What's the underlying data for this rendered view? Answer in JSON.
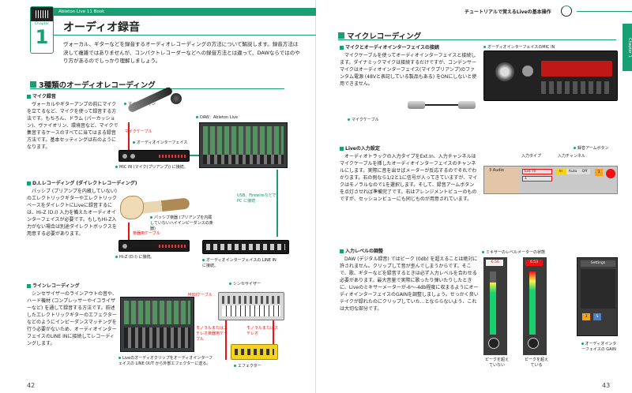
{
  "left": {
    "chapter_label": "Chapter",
    "chapter_number": "1",
    "book_title": "Ableton Live 11 Book",
    "title": "オーディオ録音",
    "intro": "ヴォーカル、ギターなどを録音するオーディオレコーディングの方法について解説します。録音方法は決して複雑ではありませんが、コンパクトレコーダーなどへの録音方法とは違って、DAWならではのやり方があるのでしっかり理解しましょう。",
    "section_title": "3種類のオーディオレコーディング",
    "mic": {
      "heading": "マイク録音",
      "body": "ヴォーカルやギターアンプの前にマイクを立てるなど、マイクを使って録音する方法です。もちろん、ドラム (パーカッション)、ヴァイオリン、環境音など、マイクで集音するケースのすべてに当てはまる録音方法です。基本セッティングは右のようになります。",
      "callout_mic": "マイクロフォン",
      "callout_daw": "DAW：Ableton Live",
      "callout_cable": "マイクケーブル",
      "callout_iface": "オーディオインターフェイス",
      "callout_in": "MIC IN (マイク(プリアンプ)) に接続。",
      "usb": "USB、Firewireなどで PC に接続"
    },
    "di": {
      "heading": "D.I.レコーディング (ダイレクトレコーディング)",
      "body": "パッシブ (プリアンプを内蔵していない) のエレクトリックギターやエレクトリックベースをダイレクトにLiveに録音するには、Hi-Z (D.I) 入力を備えたオーディオインターフェイスが必要です。もしもHi-Z入力がない場合は別途ダイレクトボックスを用意する必要があります。",
      "callout_passive": "パッシブ楽器 (プリアンプを内蔵していないハイインピーダンスの楽器)",
      "callout_cable": "楽器用ケーブル",
      "callout_hiz": "Hi-Z (D.I) に接続。",
      "callout_iface2": "オーディオインターフェイスの LINE IN に接続。"
    },
    "line": {
      "heading": "ラインレコーディング",
      "body": "シンセサイザーのラインアウトの音や、ハード機材 (コンプレッサーやイコライザーなど) を通して録音する方法です。前述したエレクトリックギターのエフェクターなどのようにインピーダンスマッチングを行う必要がないため、オーディオインターフェイスのLINE INに接続してレコーディングします。",
      "callout_synth": "シンセサイザー",
      "callout_midi": "MIDIケーブル",
      "callout_mono": "モノラルまたはステレオ楽器用ケーブル",
      "callout_mono2": "モノラルまたはステレオ",
      "callout_liveout": "Liveのオーディオクリップをオーディオインターフェイスの LINE OUT から外部エフェクターに送る。",
      "callout_fx": "エフェクター"
    },
    "page_number": "42"
  },
  "right": {
    "running_head": "チュートリアルで覚えるLiveの基本操作",
    "side_tab": "Chapter 1",
    "section_title": "マイクレコーディング",
    "connect": {
      "heading": "マイクとオーディオインターフェイスの接続",
      "body": "マイクケーブルを使ってオーディオインターフェイスと接続します。ダイナミックマイクは接続するだけですが、コンデンサーマイクはオーディオインターフェイス(マイクプリアンプ)のファンタム電源 (48Vと表記している製品もある) をONにしないと使用できません。",
      "callout_micin": "オーディオインターフェイスのMIC IN",
      "callout_cable": "マイクケーブル"
    },
    "input": {
      "heading": "Liveの入力設定",
      "body": "オーディオトラックの入力タイプをExt.In、入力チャンネルはマイクケーブルを挿したオーディオインターフェイスのチャンネルにします。実際に音を出せばメーターが反応するのでそれでわかります。右の例なら1/2と1に信号が入ってきていますが、マイクはモノラルなので1を選択します。そして、録音アームボタンを点灯させれば準備完了です。右はアレンジメントビューのものですが、セッションビューにも同じものが用意されています。",
      "callout_type": "入力タイプ",
      "callout_channel": "入力チャンネル",
      "callout_arm": "録音アームボタン",
      "track_name": "3 Audio",
      "ext_in": "Ext. In",
      "in_label": "In",
      "auto_label": "Auto",
      "off_label": "Off",
      "ch_value": "1",
      "track_num": "3"
    },
    "level": {
      "heading": "入力レベルの調整",
      "body": "DAW (デジタル録音) ではピーク (0db) を超えることは絶対に許されません。クリップして音が歪んでしまうからです。そこで、歌、ギターなどを録音するときは必ず入力レベルを合わせる必要があります。最大音量で実際に歌ったり弾いたりしたときに、Liveのミキサーメーターが-6〜-4db程度に収まるようにオーディオインターフェイスのGAINを調整しましょう。せっかく良いテイクが録れたのにクリップしていた…となららないよう、これは大切な部分です。",
      "callout_mixer": "ミキサーのレベルメーターの状態",
      "meter1_value": "-6.56",
      "meter2_value": "6.53",
      "meter1_caption": "ピークを超えていない",
      "meter2_caption": "ピークを超えている",
      "gain_caption": "オーディオインターフェイスの GAIN",
      "settings_label": "Settings",
      "track_label": "3",
      "s_label": "S"
    },
    "page_number": "43"
  },
  "colors": {
    "accent_green": "#1a9e74",
    "red": "#e11111",
    "yellow": "#f4d21f"
  }
}
